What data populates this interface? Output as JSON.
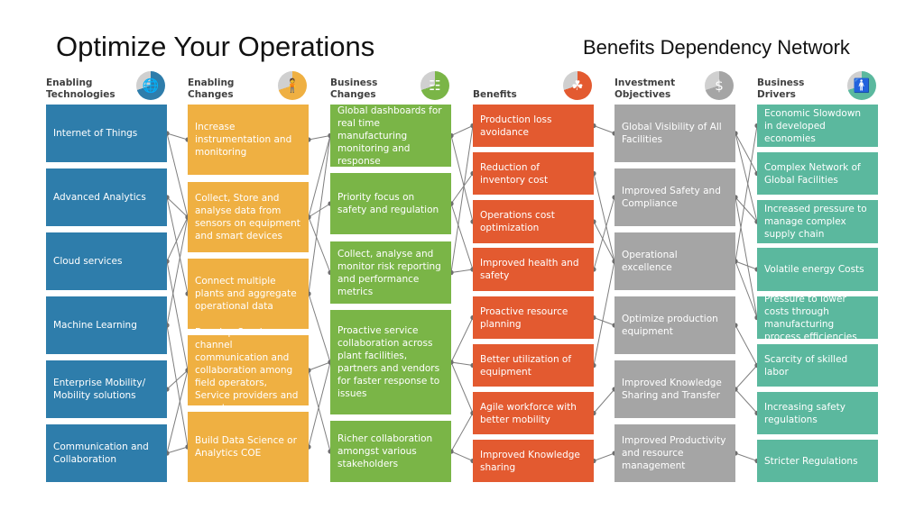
{
  "title": "Optimize Your Operations",
  "subtitle": "Benefits Dependency Network",
  "columns": [
    {
      "heading": "Enabling Technologies",
      "color": "#2e7dab",
      "icon": "globe-icon",
      "items": [
        "Internet of Things",
        "Advanced Analytics",
        "Cloud services",
        "Machine Learning",
        "Enterprise Mobility/ Mobility solutions",
        "Communication and Collaboration"
      ]
    },
    {
      "heading": "Enabling Changes",
      "color": "#efb042",
      "icon": "presenter-icon",
      "items": [
        "Increase instrumentation and monitoring",
        "Collect, Store and analyse data from sensors on equipment and smart devices",
        "Connect multiple plants and aggregate operational data",
        "Develop Omni-channel communication and collaboration among field operators, Service providers and experts",
        "Build Data Science or Analytics COE"
      ]
    },
    {
      "heading": "Business Changes",
      "color": "#7ab547",
      "icon": "network-icon",
      "items": [
        "Global dashboards for real time manufacturing monitoring and response",
        "Priority focus on safety and regulation",
        "Collect, analyse and monitor risk reporting and performance metrics",
        "Proactive service collaboration across plant facilities, partners and vendors for faster response to issues",
        "Richer collaboration amongst various stakeholders"
      ]
    },
    {
      "heading": "Benefits",
      "color": "#e35a30",
      "icon": "tree-icon",
      "items": [
        "Production loss avoidance",
        "Reduction of inventory cost",
        "Operations cost optimization",
        "Improved health and safety",
        "Proactive resource planning",
        "Better utilization of equipment",
        "Agile workforce with better mobility",
        "Improved Knowledge sharing"
      ]
    },
    {
      "heading": "Investment Objectives",
      "color": "#a5a5a5",
      "icon": "money-hand-icon",
      "items": [
        "Global Visibility of All Facilities",
        "Improved Safety and Compliance",
        "Operational excellence",
        "Optimize production equipment",
        "Improved Knowledge Sharing and Transfer",
        "Improved Productivity and resource management"
      ]
    },
    {
      "heading": "Business Drivers",
      "color": "#5bb89e",
      "icon": "person-chart-icon",
      "items": [
        "Economic Slowdown in developed economies",
        "Complex Network of Global Facilities",
        "Increased pressure to manage complex supply chain",
        "Volatile energy Costs",
        "Pressure to lower costs through manufacturing process efficiencies",
        "Scarcity of skilled labor",
        "Increasing safety regulations",
        "Stricter Regulations"
      ]
    }
  ],
  "links": [
    [
      [
        0,
        0
      ],
      [
        0,
        1
      ],
      [
        1,
        1
      ],
      [
        1,
        2
      ],
      [
        2,
        1
      ],
      [
        2,
        3
      ],
      [
        3,
        1
      ],
      [
        3,
        4
      ],
      [
        4,
        3
      ],
      [
        5,
        3
      ],
      [
        5,
        4
      ]
    ],
    [
      [
        0,
        0
      ],
      [
        1,
        0
      ],
      [
        1,
        1
      ],
      [
        1,
        2
      ],
      [
        2,
        0
      ],
      [
        2,
        3
      ],
      [
        3,
        3
      ],
      [
        3,
        4
      ],
      [
        4,
        3
      ]
    ],
    [
      [
        0,
        0
      ],
      [
        0,
        2
      ],
      [
        1,
        1
      ],
      [
        1,
        3
      ],
      [
        2,
        0
      ],
      [
        2,
        3
      ],
      [
        3,
        4
      ],
      [
        3,
        5
      ],
      [
        3,
        6
      ],
      [
        4,
        6
      ],
      [
        4,
        7
      ]
    ],
    [
      [
        0,
        0
      ],
      [
        1,
        2
      ],
      [
        2,
        2
      ],
      [
        3,
        1
      ],
      [
        4,
        3
      ],
      [
        5,
        2
      ],
      [
        6,
        4
      ],
      [
        7,
        5
      ]
    ],
    [
      [
        0,
        1
      ],
      [
        0,
        2
      ],
      [
        1,
        2
      ],
      [
        1,
        4
      ],
      [
        2,
        0
      ],
      [
        2,
        3
      ],
      [
        2,
        4
      ],
      [
        3,
        5
      ],
      [
        4,
        5
      ],
      [
        4,
        6
      ],
      [
        5,
        7
      ]
    ]
  ]
}
